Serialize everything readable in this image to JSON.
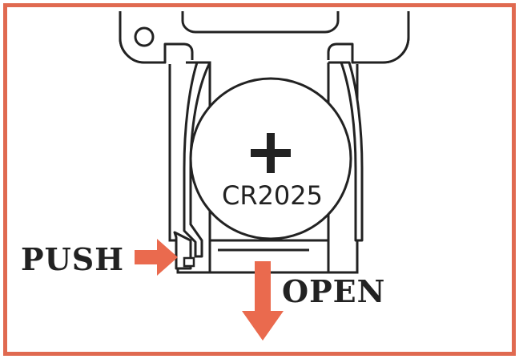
{
  "labels": {
    "push": "PUSH",
    "open": "OPEN",
    "battery_model": "CR2025",
    "battery_polarity": "+"
  },
  "colors": {
    "frame": "#e06a50",
    "arrow": "#ea6a4e",
    "line": "#222222",
    "background": "#ffffff"
  },
  "icons": {
    "push_arrow": "arrow-right-icon",
    "open_arrow": "arrow-down-icon"
  }
}
